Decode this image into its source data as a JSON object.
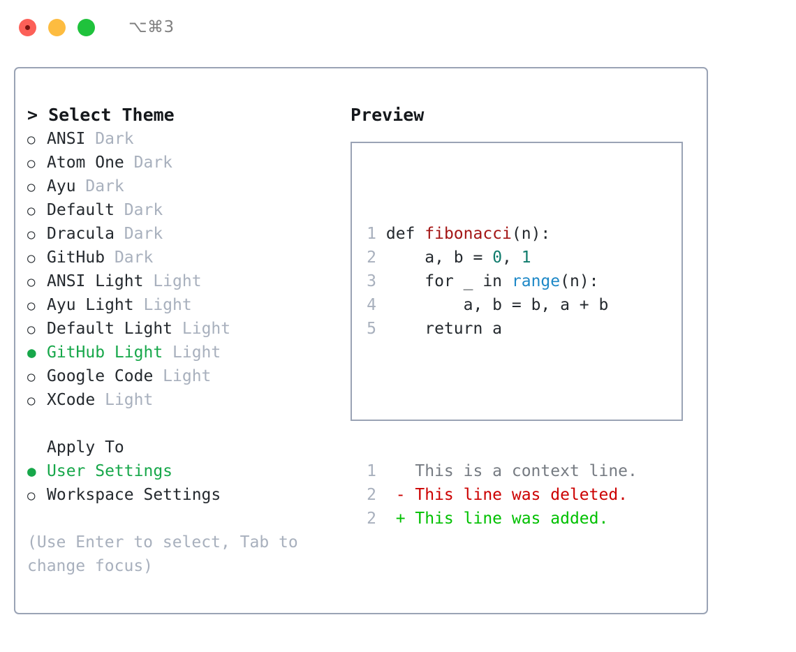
{
  "window": {
    "title": "⌥⌘3",
    "traffic_lights": [
      "close-red",
      "minimize-yellow",
      "maximize-green"
    ]
  },
  "colors": {
    "selected_green": "#17a74a",
    "muted_gray": "#a8b0bd",
    "text": "#24292e",
    "border": "#9aa3b5",
    "diff_add": "#00c000",
    "diff_del": "#cc0000",
    "syntax_function": "#a31515",
    "syntax_number": "#0f7b6c",
    "syntax_builtin": "#1e88c7"
  },
  "theme_panel": {
    "heading": "> Select Theme",
    "options": [
      {
        "marker": "○",
        "name": "ANSI",
        "suffix": "Dark",
        "selected": false
      },
      {
        "marker": "○",
        "name": "Atom One",
        "suffix": "Dark",
        "selected": false
      },
      {
        "marker": "○",
        "name": "Ayu",
        "suffix": "Dark",
        "selected": false
      },
      {
        "marker": "○",
        "name": "Default",
        "suffix": "Dark",
        "selected": false
      },
      {
        "marker": "○",
        "name": "Dracula",
        "suffix": "Dark",
        "selected": false
      },
      {
        "marker": "○",
        "name": "GitHub",
        "suffix": "Dark",
        "selected": false
      },
      {
        "marker": "○",
        "name": "ANSI Light",
        "suffix": "Light",
        "selected": false
      },
      {
        "marker": "○",
        "name": "Ayu Light",
        "suffix": "Light",
        "selected": false
      },
      {
        "marker": "○",
        "name": "Default Light",
        "suffix": "Light",
        "selected": false
      },
      {
        "marker": "●",
        "name": "GitHub Light",
        "suffix": "Light",
        "selected": true
      },
      {
        "marker": "○",
        "name": "Google Code",
        "suffix": "Light",
        "selected": false
      },
      {
        "marker": "○",
        "name": "XCode",
        "suffix": "Light",
        "selected": false
      }
    ]
  },
  "apply_to": {
    "heading": "Apply To",
    "options": [
      {
        "marker": "●",
        "name": "User Settings",
        "selected": true
      },
      {
        "marker": "○",
        "name": "Workspace Settings",
        "selected": false
      }
    ]
  },
  "hint": "(Use Enter to select, Tab to change focus)",
  "preview": {
    "heading": "Preview",
    "code_lines": [
      {
        "num": "1",
        "segments": [
          {
            "t": "def ",
            "c": "code-txt"
          },
          {
            "t": "fibonacci",
            "c": "tok-fn"
          },
          {
            "t": "(n):",
            "c": "code-txt"
          }
        ]
      },
      {
        "num": "2",
        "segments": [
          {
            "t": "    a, b = ",
            "c": "code-txt"
          },
          {
            "t": "0",
            "c": "tok-num"
          },
          {
            "t": ", ",
            "c": "code-txt"
          },
          {
            "t": "1",
            "c": "tok-num"
          }
        ]
      },
      {
        "num": "3",
        "segments": [
          {
            "t": "    for _ in ",
            "c": "code-txt"
          },
          {
            "t": "range",
            "c": "tok-builtin"
          },
          {
            "t": "(n):",
            "c": "code-txt"
          }
        ]
      },
      {
        "num": "4",
        "segments": [
          {
            "t": "        a, b = b, a + b",
            "c": "code-txt"
          }
        ]
      },
      {
        "num": "5",
        "segments": [
          {
            "t": "    return a",
            "c": "code-txt"
          }
        ]
      }
    ],
    "diff_lines": [
      {
        "num": "1",
        "sign": " ",
        "text": "This is a context line.",
        "kind": "diff-ctx"
      },
      {
        "num": "2",
        "sign": "-",
        "text": "This line was deleted.",
        "kind": "diff-del"
      },
      {
        "num": "2",
        "sign": "+",
        "text": "This line was added.",
        "kind": "diff-add"
      }
    ]
  }
}
